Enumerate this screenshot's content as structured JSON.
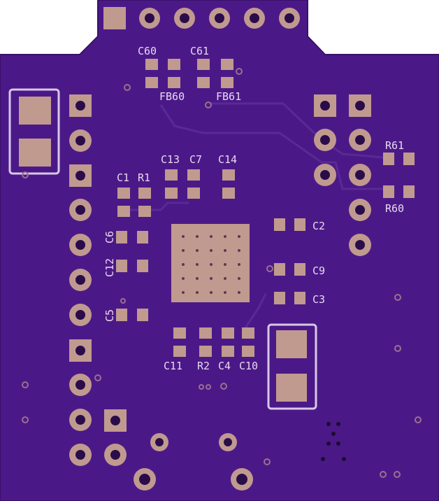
{
  "colors": {
    "board": "#4b1987",
    "board_edge": "#3a1068",
    "copper": "#c09a8f",
    "copper_dark": "#2a0c4a",
    "silkscreen": "#e0cce8",
    "trace": "#5a2a94"
  },
  "labels": {
    "c60": "C60",
    "c61": "C61",
    "fb60": "FB60",
    "fb61": "FB61",
    "r61": "R61",
    "r60": "R60",
    "c13": "C13",
    "c7": "C7",
    "c14": "C14",
    "c1": "C1",
    "r1": "R1",
    "c2": "C2",
    "c6": "C6",
    "c12": "C12",
    "c9": "C9",
    "c3": "C3",
    "c5": "C5",
    "c11": "C11",
    "r2": "R2",
    "c4": "C4",
    "c10": "C10"
  }
}
